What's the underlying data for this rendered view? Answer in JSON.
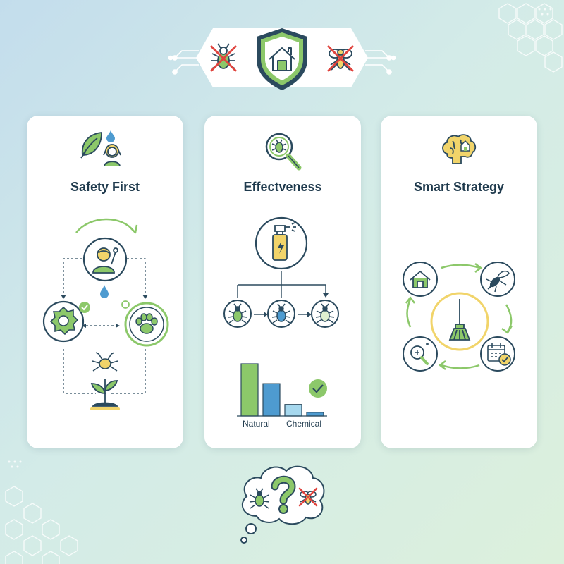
{
  "cards": [
    {
      "title": "Safety First"
    },
    {
      "title": "Effectveness"
    },
    {
      "title": "Smart Strategy"
    }
  ],
  "bar_chart": {
    "categories": [
      "Natural",
      "Chemical"
    ],
    "bar_values": [
      1.0,
      0.62,
      0.22,
      0.07
    ],
    "colors": [
      "#8cc86a",
      "#4e9bd0",
      "#a6d8ee",
      "#4e9bd0"
    ]
  },
  "icons": {
    "header": [
      "crossed-bug-icon",
      "shield-house-icon",
      "crossed-mosquito-icon"
    ],
    "safety": [
      "leaf-icon",
      "water-drop-icon",
      "child-icon",
      "flower-badge-icon",
      "paw-icon",
      "plant-icon",
      "bug-icon"
    ],
    "effectiveness": [
      "magnifier-bug-icon",
      "spray-bottle-icon",
      "beetle-icon",
      "check-icon"
    ],
    "strategy": [
      "brain-icon",
      "house-icon",
      "mosquito-icon",
      "broom-icon",
      "magnifier-icon",
      "calendar-check-icon"
    ],
    "footer": [
      "bug-icon",
      "question-mark-icon",
      "crossed-bug-icon"
    ]
  },
  "colors": {
    "green": "#8cc86a",
    "navy": "#2b4a5e",
    "blue": "#4e9bd0",
    "red": "#e0443e",
    "yellow": "#f1d46a"
  }
}
